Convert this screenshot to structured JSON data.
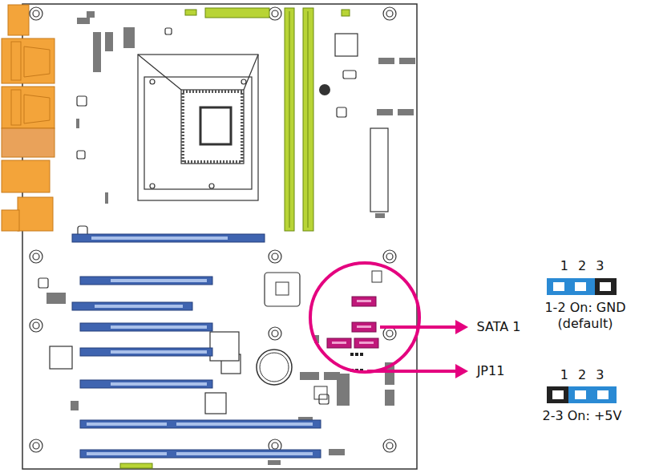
{
  "diagram": {
    "labels": [
      "SATA 1",
      "JP11",
      "1 2 3",
      "1-2 On: GND (default)",
      "1 2 3",
      "2-3 On: +5V"
    ]
  }
}
